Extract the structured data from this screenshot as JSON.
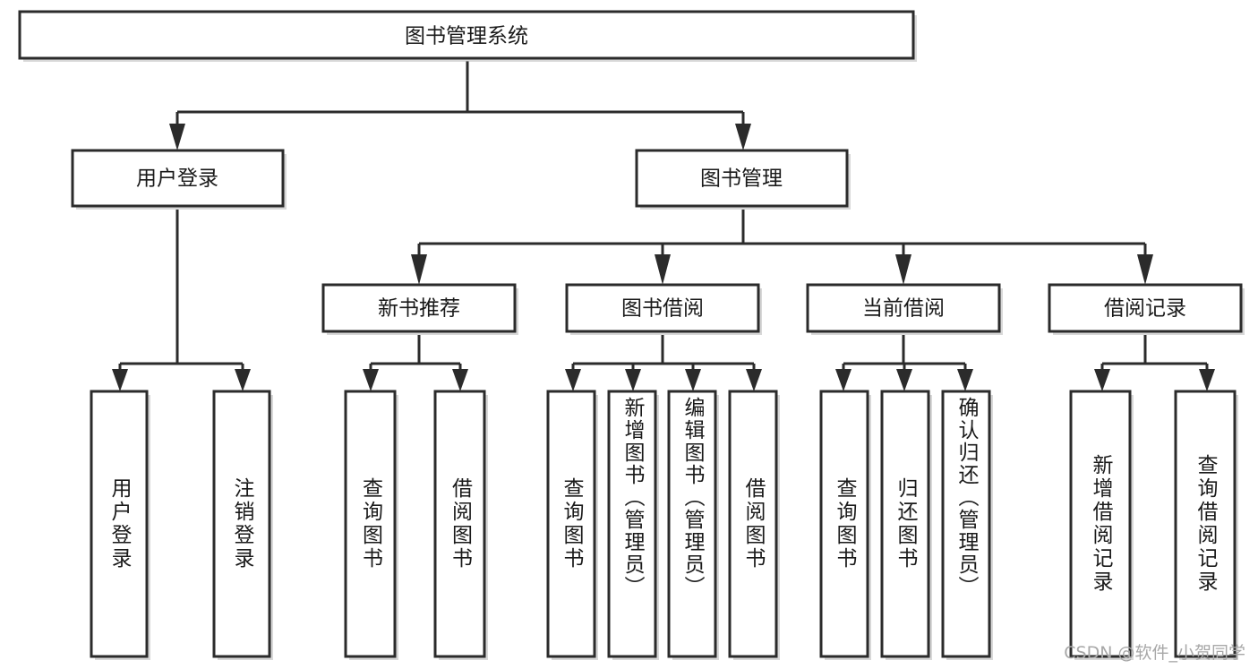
{
  "diagram": {
    "type": "tree-hierarchy",
    "title": "图书管理系统",
    "root": {
      "label": "图书管理系统"
    },
    "level2": [
      {
        "label": "用户登录"
      },
      {
        "label": "图书管理"
      }
    ],
    "level3": [
      {
        "label": "新书推荐"
      },
      {
        "label": "图书借阅"
      },
      {
        "label": "当前借阅"
      },
      {
        "label": "借阅记录"
      }
    ],
    "leaves": {
      "user_login": [
        {
          "label": "用户登录"
        },
        {
          "label": "注销登录"
        }
      ],
      "new_book_recommend": [
        {
          "label": "查询图书"
        },
        {
          "label": "借阅图书"
        }
      ],
      "book_borrow": [
        {
          "label": "查询图书"
        },
        {
          "label": "新增图书（管理员）"
        },
        {
          "label": "编辑图书（管理员）"
        },
        {
          "label": "借阅图书"
        }
      ],
      "current_borrow": [
        {
          "label": "查询图书"
        },
        {
          "label": "归还图书"
        },
        {
          "label": "确认归还（管理员）"
        }
      ],
      "borrow_record": [
        {
          "label": "新增借阅记录"
        },
        {
          "label": "查询借阅记录"
        }
      ]
    }
  },
  "watermark": {
    "text": "CSDN @软件_小贺同学"
  },
  "colors": {
    "box_border": "#2b2b2b",
    "box_fill": "#ffffff",
    "connector": "#2b2b2b",
    "text": "#1a1a1a",
    "watermark": "#a8a8a8",
    "background": "#ffffff"
  }
}
